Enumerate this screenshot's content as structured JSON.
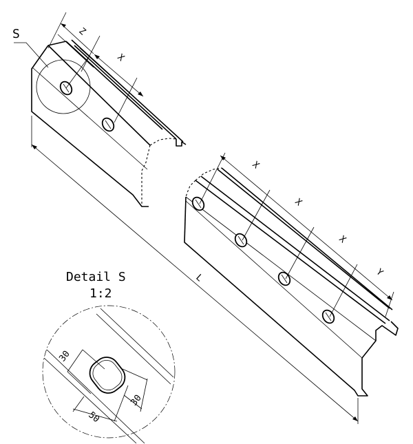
{
  "labels": {
    "detail_marker": "S",
    "z": "Z",
    "x": "X",
    "y": "Y",
    "l": "L",
    "detail_title": "Detail S",
    "detail_scale": "1:2",
    "dim_30_a": "30",
    "dim_50": "50",
    "dim_30_b": "30"
  },
  "colors": {
    "line": "#000000",
    "background": "#ffffff"
  }
}
